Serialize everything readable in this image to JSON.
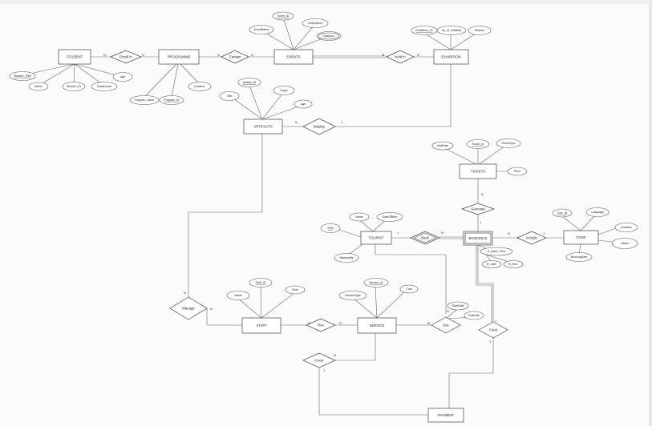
{
  "entities": {
    "student": "STUDENT",
    "programmes": "PROGRAMME",
    "events": "EVENTS",
    "exhibition": "EXHIBITION",
    "artifacts": "ARTIFACTS",
    "tickets": "TICKETS",
    "tourist": "TOURIST",
    "bookings": "BOOKINGS",
    "tour": "TOUR",
    "staff": "STAFF",
    "service": "SERVICE",
    "payment": "PAYMENT"
  },
  "relationships": {
    "enrolls": "Enroll in",
    "contains": "Contain",
    "held_in": "Held in",
    "displays": "Display",
    "generate": "Generate",
    "book": "Book",
    "include": "Include",
    "manage": "Manage",
    "run": "Run",
    "use": "Use",
    "cover": "Cover",
    "fund": "Fund"
  },
  "attributes": {
    "student_ssn": "Student_SSN",
    "student_name": "Name",
    "student_id": "Student_ID",
    "grade_level": "GradeLevel",
    "student_age": "Age",
    "program_name": "Program_name",
    "program_id": "Program_ID",
    "duration_prog": "Duration",
    "event_name": "EventName",
    "event_id": "Event_ID",
    "description": "Description",
    "category": "Category",
    "exhibition_id": "Exhibition_ID",
    "no_of_artifacts": "No_of_Artifacts",
    "e_name": "EName",
    "artifact_id": "Artifact_ID",
    "origin": "Origin",
    "title": "Title",
    "artifact_age": "Age",
    "visit_date": "VisitDate",
    "ticket_id": "Ticket_ID",
    "ticket_type": "TicketType",
    "price": "Price",
    "tourist_name": "Name",
    "date_of_birth": "DateOfBirth",
    "ssn": "SSN",
    "nationality": "Nationality",
    "tour_id": "Tour_ID",
    "language": "Language",
    "duration_tour": "Duration",
    "tour_name": "Name",
    "booking_date": "BookingDate",
    "ticket_time": "S_ticket_Time",
    "b_date": "B_date",
    "b_time": "B_time",
    "staff_id": "Staff_ID",
    "staff_name": "Name",
    "role": "Role",
    "service_id": "Service_ID",
    "service_type": "ServiceType",
    "cost": "Cost",
    "start_date": "StartDate",
    "end_date": "EndDate"
  },
  "cardinalities": [
    "1",
    "N",
    "M"
  ]
}
